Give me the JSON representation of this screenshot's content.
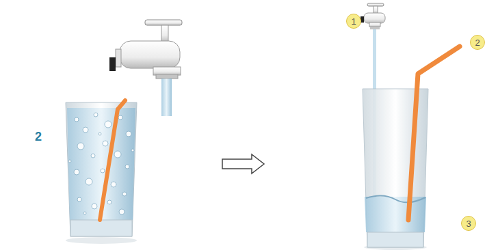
{
  "diagram": {
    "nodes": [
      {
        "text": [
          "1"
        ]
      },
      {
        "text": [
          "2"
        ]
      },
      {
        "text": [
          "3"
        ]
      }
    ],
    "labels": [
      "2"
    ]
  }
}
